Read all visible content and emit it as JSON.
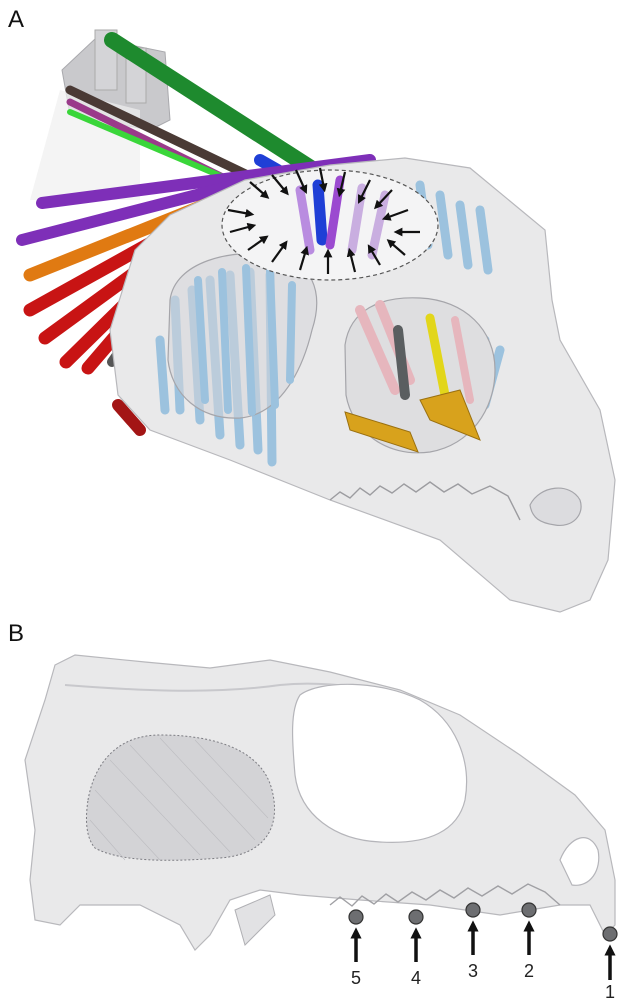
{
  "panels": {
    "a": {
      "label": "A"
    },
    "b": {
      "label": "B"
    }
  },
  "bite_points": [
    {
      "label": "5"
    },
    {
      "label": "4"
    },
    {
      "label": "3"
    },
    {
      "label": "2"
    },
    {
      "label": "1"
    }
  ],
  "colors": {
    "bone": "#e9e9ea",
    "bone_edge": "#b8b8bc",
    "green_muscle": "#1e8a2e",
    "purple_muscle": "#7e2fb8",
    "orange_muscle": "#e07a12",
    "red_muscle": "#c81414",
    "blue_muscle": "#1f3fd6",
    "lightblue_muscle": "#9cc2de",
    "pink_muscle": "#e6b6bd",
    "yellow_muscle": "#e2d61a",
    "gold_muscle": "#d8a21c",
    "bite_dot": "#6d6e71"
  }
}
